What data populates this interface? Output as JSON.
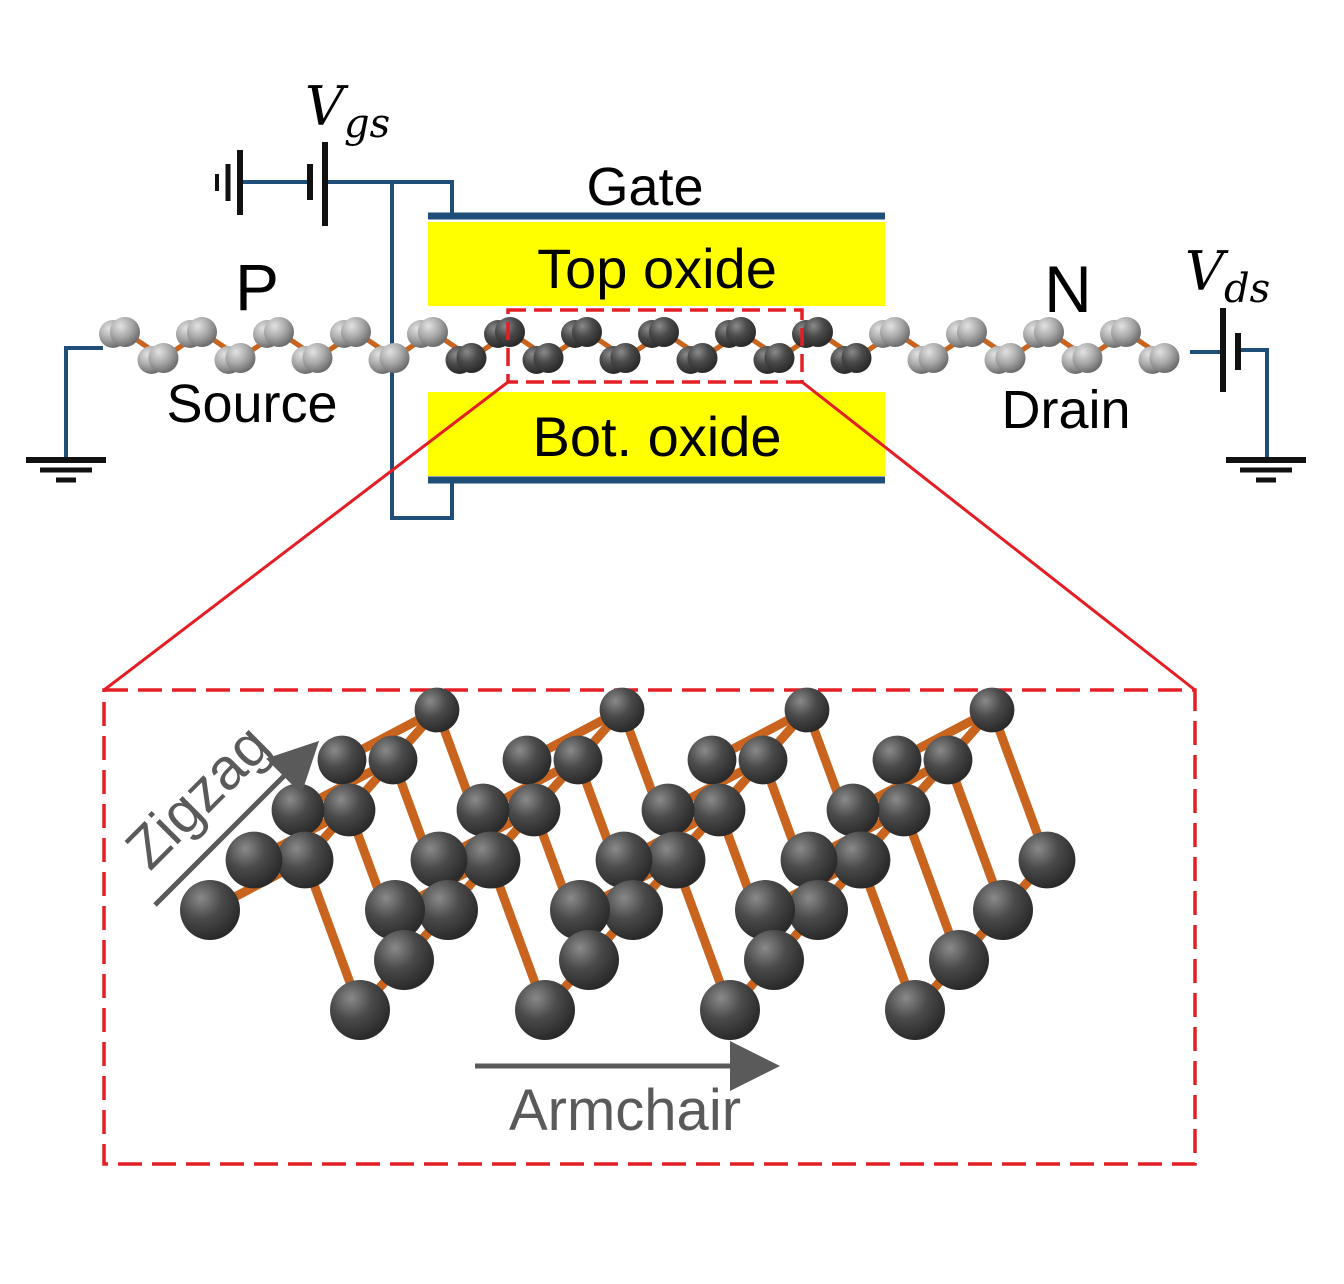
{
  "labels": {
    "vgs_main": "V",
    "vgs_sub": "gs",
    "vds_main": "V",
    "vds_sub": "ds",
    "gate": "Gate",
    "top_oxide": "Top oxide",
    "bot_oxide": "Bot. oxide",
    "p_region": "P",
    "n_region": "N",
    "source": "Source",
    "drain": "Drain",
    "zigzag": "Zigzag",
    "armchair": "Armchair"
  },
  "colors": {
    "wire": "#1f4e79",
    "oxide": "#ffff00",
    "zoom_outline": "#e31e24",
    "atom_light": "#a8a8a8",
    "atom_dark": "#4a4a4a",
    "bond": "#c8641e",
    "direction_arrow": "#5a5a5a"
  }
}
